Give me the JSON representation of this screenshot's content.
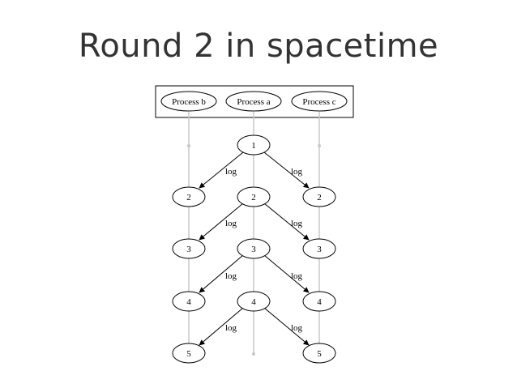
{
  "title": "Round 2 in spacetime",
  "processes": [
    "Process b",
    "Process a",
    "Process c"
  ],
  "nodes": {
    "b": [
      "2",
      "3",
      "4",
      "5"
    ],
    "a": [
      "1",
      "2",
      "3",
      "4"
    ],
    "c": [
      "2",
      "3",
      "4",
      "5"
    ]
  },
  "edge_label": "log",
  "colors": {
    "text": "#333333",
    "stroke": "#000000",
    "lifeline": "#c8c8c8"
  }
}
